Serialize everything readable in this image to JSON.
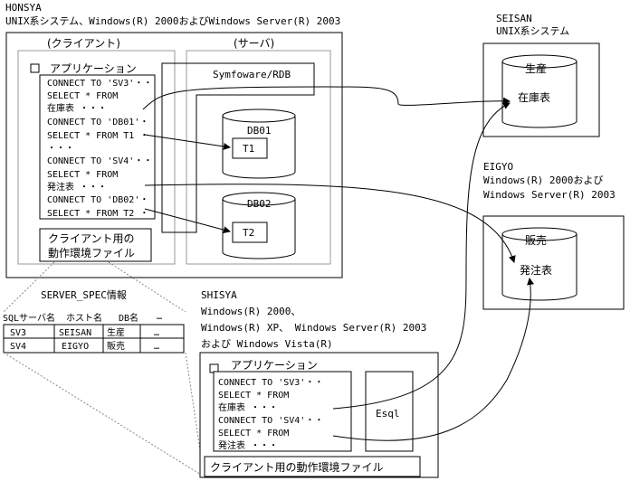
{
  "honsya": {
    "name": "HONSYA",
    "os": "UNIX系システム、Windows(R) 2000およびWindows Server(R) 2003",
    "client_label": "(クライアント)",
    "server_label": "(サーバ)",
    "app_title": "アプリケーション",
    "app_lines": [
      "CONNECT TO 'SV3'・・",
      "SELECT * FROM",
      "  在庫表    ・・・",
      "CONNECT TO 'DB01'・",
      "SELECT * FROM T1 ・",
      "            ・・・",
      "CONNECT TO 'SV4'・・",
      "SELECT * FROM",
      "  発注表    ・・・",
      "CONNECT TO 'DB02'・",
      "SELECT * FROM T2 ・"
    ],
    "env_file_line1": "クライアント用の",
    "env_file_line2": "動作環境ファイル",
    "rdb_label": "Symfoware/RDB",
    "db1": {
      "name": "DB01",
      "table": "T1"
    },
    "db2": {
      "name": "DB02",
      "table": "T2"
    }
  },
  "seisan": {
    "name": "SEISAN",
    "os": "UNIX系システム",
    "db_name": "生産",
    "table": "在庫表"
  },
  "eigyo": {
    "name": "EIGYO",
    "os_line1": "Windows(R) 2000および",
    "os_line2": "Windows Server(R) 2003",
    "db_name": "販売",
    "table": "発注表"
  },
  "server_spec": {
    "title": "SERVER_SPEC情報",
    "headers": [
      "SQLサーバ名",
      "ホスト名",
      "DB名",
      "…"
    ],
    "rows": [
      [
        "SV3",
        "SEISAN",
        "生産",
        "…"
      ],
      [
        "SV4",
        "EIGYO",
        "販売",
        "…"
      ]
    ]
  },
  "shisya": {
    "name": "SHISYA",
    "os_line1": "Windows(R) 2000、",
    "os_line2": "Windows(R) XP、 Windows Server(R) 2003",
    "os_line3": "および Windows Vista(R)",
    "app_title": "アプリケーション",
    "app_lines": [
      "CONNECT TO 'SV3'・・",
      "SELECT * FROM",
      "  在庫表    ・・・",
      "CONNECT TO 'SV4'・・",
      "SELECT * FROM",
      "  発注表    ・・・"
    ],
    "esql_label": "Esql",
    "env_file": "クライアント用の動作環境ファイル"
  }
}
